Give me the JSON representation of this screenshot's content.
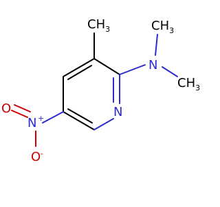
{
  "molecule": {
    "colors": {
      "carbon": "#000000",
      "nitrogen": "#2b2bcf",
      "oxygen": "#cc0000"
    },
    "labels": {
      "methyl_top": "CH3",
      "methyl_top_base": "CH",
      "methyl_top_sub": "3",
      "amine_n": "N",
      "methyl_right": "CH3",
      "methyl_right_base": "CH",
      "methyl_right_sub": "3",
      "methyl_upper": "CH3",
      "methyl_upper_base": "CH",
      "methyl_upper_sub": "3",
      "ring_n": "N",
      "nitro_n": "N",
      "nitro_n_charge": "+",
      "nitro_o_left": "O",
      "nitro_o_bottom": "O",
      "nitro_o_bottom_charge": "-"
    }
  }
}
